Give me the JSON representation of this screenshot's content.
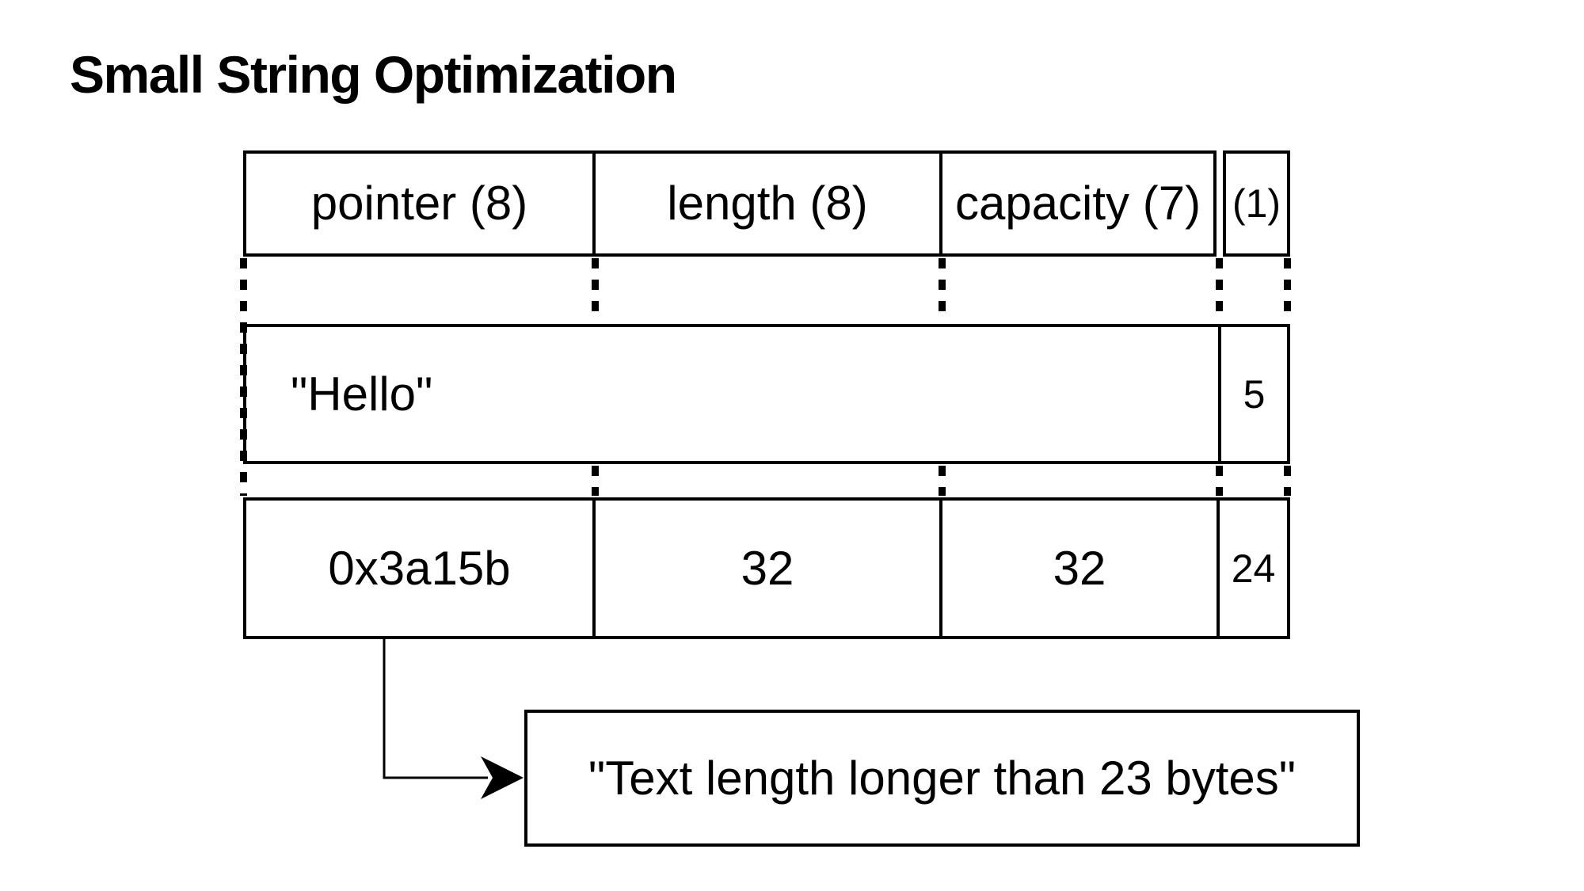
{
  "title": "Small String Optimization",
  "diagram": {
    "header_row": {
      "cells": [
        {
          "label": "pointer (8)"
        },
        {
          "label": "length (8)"
        },
        {
          "label": "capacity (7)"
        },
        {
          "label": "(1)"
        }
      ]
    },
    "sso_row": {
      "string_value": "\"Hello\"",
      "flag_value": "5"
    },
    "heap_row": {
      "pointer_value": "0x3a15b",
      "length_value": "32",
      "capacity_value": "32",
      "flag_value": "24"
    },
    "heap_string_box": {
      "text": "\"Text length longer than 23 bytes\""
    }
  },
  "colors": {
    "background": "#ffffff",
    "stroke": "#000000",
    "text": "#000000"
  }
}
